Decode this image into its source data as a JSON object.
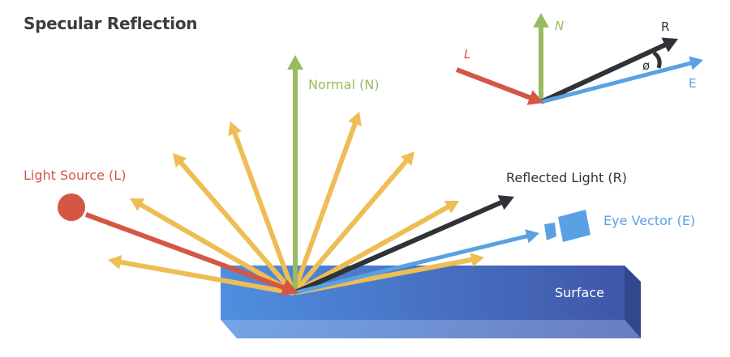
{
  "title": "Specular Reflection",
  "colors": {
    "light": "#d45645",
    "normal": "#98bb5f",
    "reflected": "#2f3337",
    "eye": "#5aa1e3",
    "scatter": "#eebd54",
    "surface_front_left": "#4f8fe0",
    "surface_front_right": "#4056a8",
    "surface_top_left": "#73a5e6",
    "surface_top_right": "#6a7cc2",
    "surface_side": "#33478c",
    "title": "#3a3d42",
    "surface_text": "#ffffff"
  },
  "labels": {
    "light_source": "Light Source (L)",
    "normal": "Normal (N)",
    "reflected": "Reflected Light (R)",
    "eye_vector": "Eye Vector (E)",
    "surface": "Surface"
  },
  "inset": {
    "L": "L",
    "N": "N",
    "R": "R",
    "E": "E",
    "angle": "ø"
  },
  "icons": {
    "light_source": "light-source-dot",
    "eye": "camera-icon"
  }
}
